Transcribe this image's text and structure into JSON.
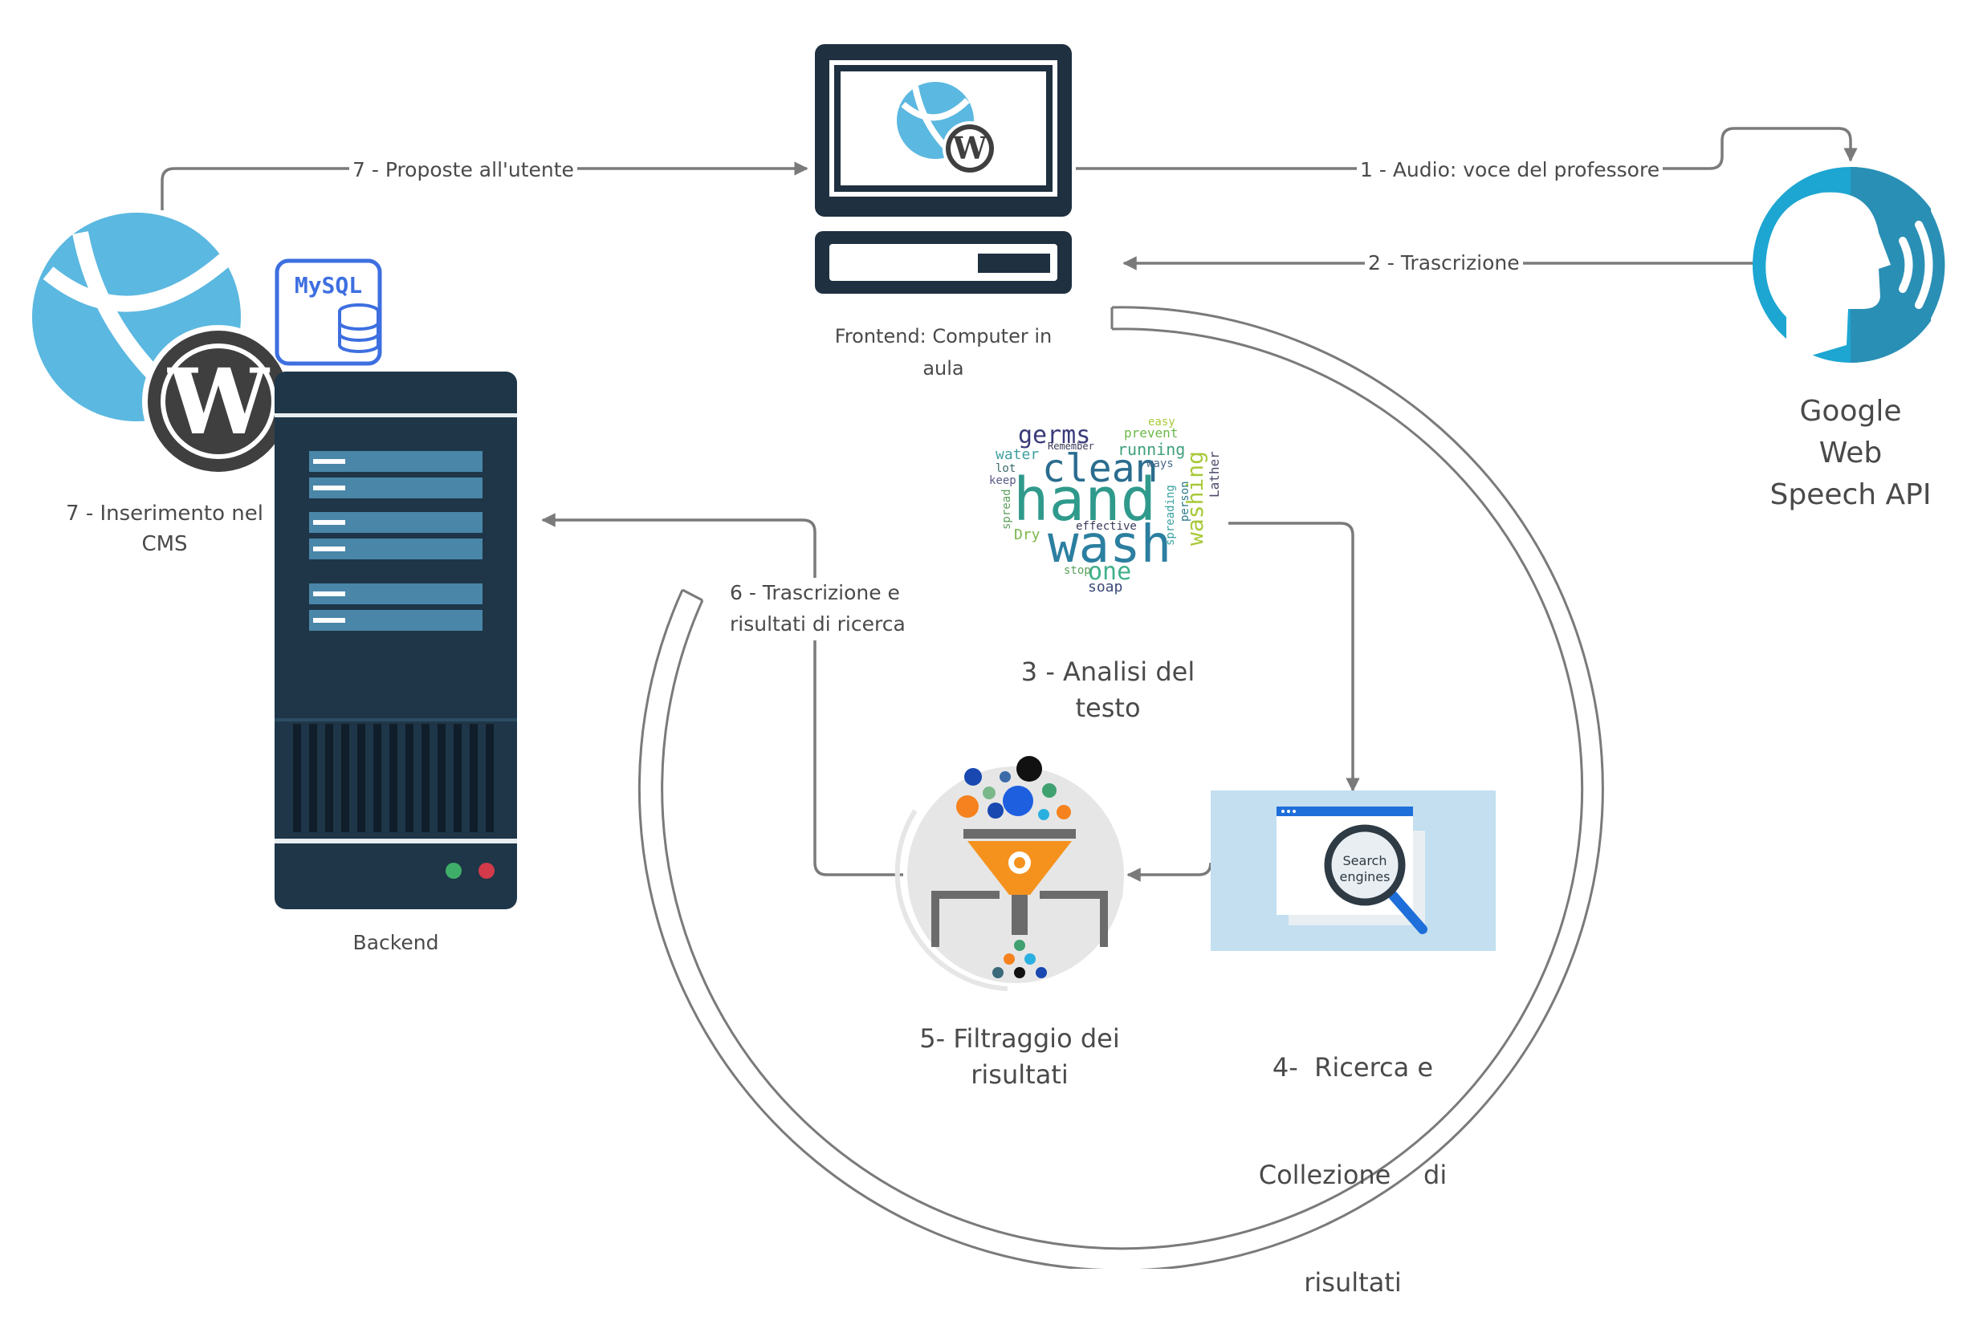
{
  "nodes": {
    "frontend": {
      "label_line1": "Frontend: Computer in",
      "label_line2": "aula"
    },
    "google": {
      "label_line1": "Google",
      "label_line2": "Web",
      "label_line3": "Speech API"
    },
    "cms": {
      "label_line1": "7 - Inserimento nel",
      "label_line2": "CMS"
    },
    "mysql": {
      "logo_text": "MySQL"
    },
    "backend": {
      "label": "Backend"
    },
    "analysis": {
      "label_line1": "3 - Analisi del",
      "label_line2": "testo"
    },
    "search": {
      "label_line1": "4-  Ricerca e",
      "label_line2": "Collezione    di",
      "label_line3": "risultati",
      "icon_text_line1": "Search",
      "icon_text_line2": "engines"
    },
    "filter": {
      "label_line1": "5- Filtraggio dei",
      "label_line2": "risultati"
    }
  },
  "edges": {
    "e1": "1 - Audio: voce del professore",
    "e2": "2 - Trascrizione",
    "e6_line1": "6 - Trascrizione e",
    "e6_line2": "risultati di ricerca",
    "e7": "7 - Proposte all'utente"
  },
  "wordcloud": {
    "words": [
      "hand",
      "wash",
      "clean",
      "germs",
      "washing",
      "one",
      "water",
      "running",
      "prevent",
      "soap",
      "Dry",
      "Lather",
      "effective",
      "spread",
      "spreading",
      "lot",
      "keep",
      "stop",
      "easy",
      "ways",
      "person",
      "Remember"
    ]
  },
  "colors": {
    "arrow": "#7a7a7a",
    "globe": "#5bb8e0",
    "wordpress": "#3f3f3f",
    "server": "#1e3648",
    "server_slot": "#4a86a8",
    "monitor": "#1f3040",
    "google_blue": "#1da6d2",
    "mysql_blue": "#3d6fe0",
    "search_bg": "#c3dff0",
    "funnel_orange": "#f5921e"
  },
  "icons": [
    "globe-icon",
    "wordpress-icon",
    "mysql-icon",
    "server-icon",
    "monitor-icon",
    "speech-icon",
    "wordcloud-icon",
    "search-engine-icon",
    "funnel-icon"
  ]
}
